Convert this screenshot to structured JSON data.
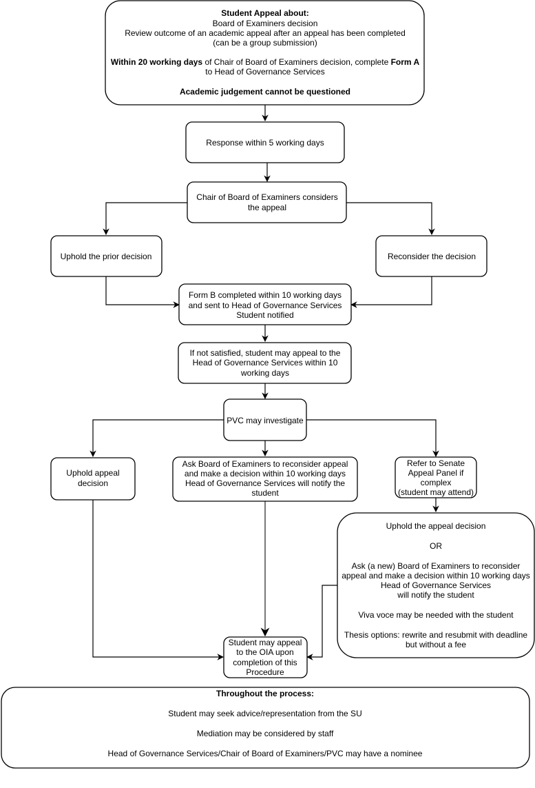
{
  "diagram": {
    "start": {
      "line1": "Student Appeal about:",
      "line2": "Board of Examiners decision",
      "line3": "Review outcome of an academic appeal after an appeal has been completed",
      "line4": "(can be a group submission)",
      "line5_bold": "Within 20 working days",
      "line5_rest": " of Chair of Board of Examiners decision, complete ",
      "line5_form": "Form A",
      "line6": "to Head of Governance Services",
      "line7": "Academic judgement cannot be questioned"
    },
    "response": {
      "line1": "Response within 5 working days"
    },
    "chair_considers": {
      "line1": "Chair of Board of Examiners considers",
      "line2": "the appeal"
    },
    "uphold_prior": {
      "line1": "Uphold the prior decision"
    },
    "reconsider": {
      "line1": "Reconsider the decision"
    },
    "form_b": {
      "line1": "Form B completed within 10 working days",
      "line2": "and sent to Head of Governance Services",
      "line3": "Student notified"
    },
    "not_satisfied": {
      "line1": "If not satisfied, student may appeal to the",
      "line2": "Head of Governance Services within 10",
      "line3": "working days"
    },
    "pvc": {
      "line1": "PVC may investigate"
    },
    "uphold_appeal": {
      "line1": "Uphold appeal",
      "line2": "decision"
    },
    "ask_boe": {
      "line1": "Ask Board of Examiners to reconsider appeal",
      "line2": "and make a decision within 10 working days",
      "line3": "Head of Governance Services will notify the",
      "line4": "student"
    },
    "senate": {
      "line1": "Refer to Senate",
      "line2": "Appeal Panel if",
      "line3": "complex",
      "line4": "(student may attend)"
    },
    "senate_outcome": {
      "line1": "Uphold the appeal decision",
      "line2": "OR",
      "line3": "Ask (a new) Board of Examiners to reconsider",
      "line4": "appeal and make a decision within 10 working days",
      "line5": "Head of Governance Services",
      "line6": "will notify the student",
      "line7": "Viva voce may be needed with the student",
      "line8": "Thesis options: rewrite and resubmit with deadline",
      "line9": "but without a fee"
    },
    "oia": {
      "line1": "Student may appeal",
      "line2": "to the OIA upon",
      "line3": "completion of this",
      "line4": "Procedure"
    },
    "throughout": {
      "title": "Throughout the process:",
      "line1": "Student may seek advice/representation from the SU",
      "line2": "Mediation may be considered by staff",
      "line3": "Head of Governance Services/Chair of Board of Examiners/PVC may have a nominee"
    }
  }
}
